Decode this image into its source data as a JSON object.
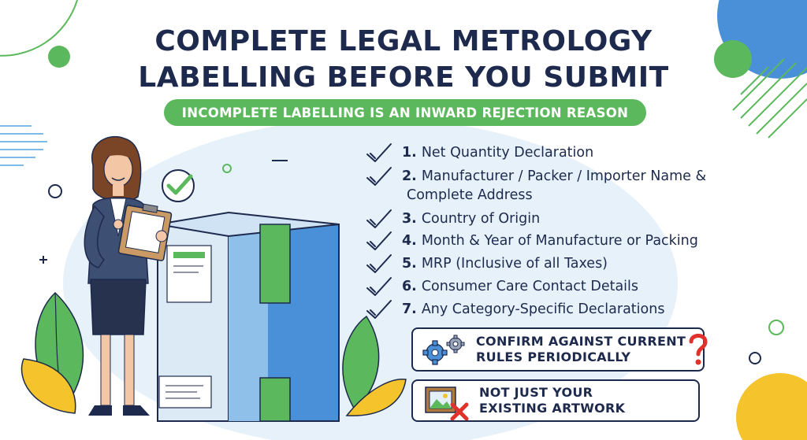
{
  "title": {
    "line1": "COMPLETE LEGAL METROLOGY",
    "line2": "LABELLING BEFORE YOU SUBMIT"
  },
  "banner": "INCOMPLETE LABELLING IS AN INWARD REJECTION REASON",
  "checklist": [
    {
      "num": "1.",
      "text": "Net Quantity Declaration"
    },
    {
      "num": "2.",
      "text": "Manufacturer / Packer / Importer Name &",
      "cont": "Complete Address"
    },
    {
      "num": "3.",
      "text": "Country of Origin"
    },
    {
      "num": "4.",
      "text": "Month & Year of Manufacture or Packing"
    },
    {
      "num": "5.",
      "text": "MRP (Inclusive of all Taxes)"
    },
    {
      "num": "6.",
      "text": "Consumer Care Contact Details"
    },
    {
      "num": "7.",
      "text": "Any Category-Specific Declarations"
    }
  ],
  "callouts": [
    {
      "line1": "CONFIRM AGAINST CURRENT",
      "line2": "RULES PERIODICALLY",
      "icon": "gears-question-icon"
    },
    {
      "line1": "NOT JUST YOUR",
      "line2": "EXISTING ARTWORK",
      "icon": "picture-cross-icon"
    }
  ],
  "colors": {
    "navy": "#1d2a4d",
    "green": "#5cb85c",
    "blue": "#4a90d9",
    "yellow": "#f5c32c",
    "light_blue": "#e3f0fa",
    "red": "#e0312b"
  }
}
